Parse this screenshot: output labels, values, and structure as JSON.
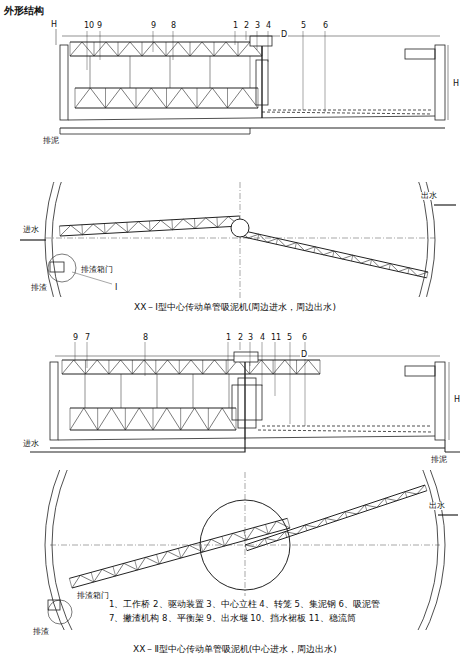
{
  "diagram": {
    "title": "外形结构",
    "labels": [
      "H",
      "10",
      "9",
      "9",
      "8",
      "D",
      "1",
      "2",
      "3",
      "4",
      "5",
      "6",
      "H",
      "排泥",
      "出水",
      "进水",
      "排渣",
      "排渣箱门",
      "I",
      "XX－Ⅰ型中心传动单管吸泥机(周边进水，周边出水)",
      "9",
      "7",
      "8",
      "1",
      "2",
      "3",
      "4",
      "11",
      "5",
      "6",
      "D",
      "H",
      "进水",
      "排泥",
      "出水",
      "排渣",
      "排渣箱门",
      "1、工作桥 2、驱动装置 3、中心立柱 4、转笼 5、集泥钢 6、吸泥管",
      "7、撇渣机构 8、平衡架 9、出水堰 10、挡水裙板 11、稳流筒",
      "XX－Ⅱ型中心传动单管吸泥机(中心进水，周边出水)"
    ]
  }
}
